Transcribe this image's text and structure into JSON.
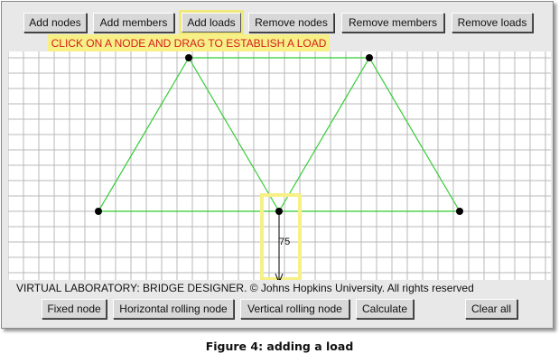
{
  "toolbar": {
    "add_nodes": "Add nodes",
    "add_members": "Add members",
    "add_loads": "Add loads",
    "remove_nodes": "Remove nodes",
    "remove_members": "Remove members",
    "remove_loads": "Remove loads"
  },
  "instruction": "CLICK ON A NODE AND DRAG TO ESTABLISH A LOAD",
  "load": {
    "value_label": "75"
  },
  "credit": "VIRTUAL LABORATORY: BRIDGE DESIGNER. © Johns Hopkins University. All rights reserved",
  "bottom_bar": {
    "fixed_node": "Fixed node",
    "horizontal_rolling_node": "Horizontal rolling node",
    "vertical_rolling_node": "Vertical rolling node",
    "calculate": "Calculate",
    "clear_all": "Clear all"
  },
  "caption": "Figure 4: adding a load",
  "colors": {
    "member": "#33cc33",
    "grid": "#b8b8b8",
    "highlight": "#f6f087",
    "instruction_text": "#d81c1c"
  }
}
